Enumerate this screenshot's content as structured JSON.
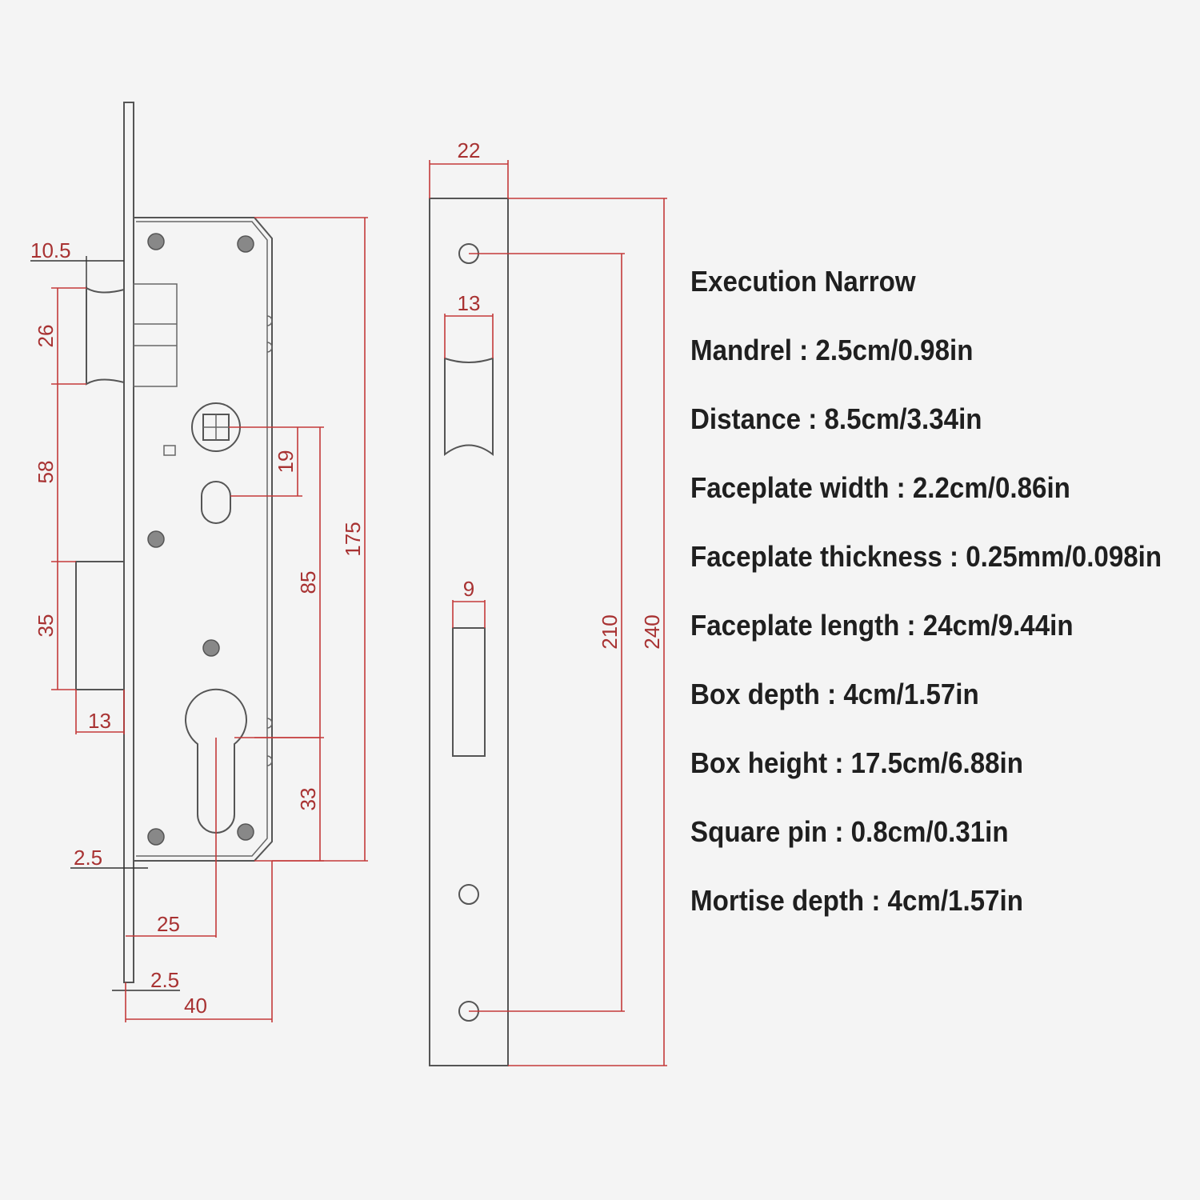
{
  "dimensions": {
    "left_view": {
      "d_10_5": "10.5",
      "d_26": "26",
      "d_58": "58",
      "d_35": "35",
      "d_13": "13",
      "d_19": "19",
      "d_85": "85",
      "d_175": "175",
      "d_33": "33",
      "d_2_5_top": "2.5",
      "d_25": "25",
      "d_2_5_bottom": "2.5",
      "d_40": "40"
    },
    "faceplate_view": {
      "d_22": "22",
      "d_13": "13",
      "d_9": "9",
      "d_210": "210",
      "d_240": "240"
    }
  },
  "specs": {
    "title": "Execution Narrow",
    "items": [
      "Mandrel : 2.5cm/0.98in",
      "Distance : 8.5cm/3.34in",
      "Faceplate width : 2.2cm/0.86in",
      "Faceplate thickness : 0.25mm/0.098in",
      "Faceplate length : 24cm/9.44in",
      "Box depth : 4cm/1.57in",
      "Box height : 17.5cm/6.88in",
      "Square pin : 0.8cm/0.31in",
      "Mortise depth : 4cm/1.57in"
    ]
  },
  "colors": {
    "background": "#f4f4f4",
    "dimension_red": "#c33a3a",
    "outline_gray": "#555555"
  }
}
